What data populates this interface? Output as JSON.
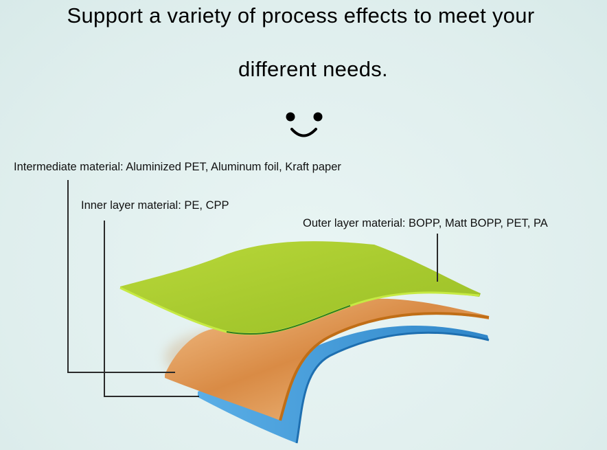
{
  "headline": {
    "line1": "Support a variety of process effects to meet your",
    "line2": "different needs."
  },
  "labels": {
    "intermediate": "Intermediate material: Aluminized PET, Aluminum foil, Kraft paper",
    "inner": "Inner layer material: PE, CPP",
    "outer": "Outer layer material: BOPP, Matt BOPP, PET, PA"
  },
  "colors": {
    "outer_layer": "#a3c82b",
    "middle_layer": "#e9a86a",
    "inner_layer": "#3f97d6",
    "leader_lines": "#2a2a2a"
  },
  "icons": [
    "smiley-icon"
  ]
}
